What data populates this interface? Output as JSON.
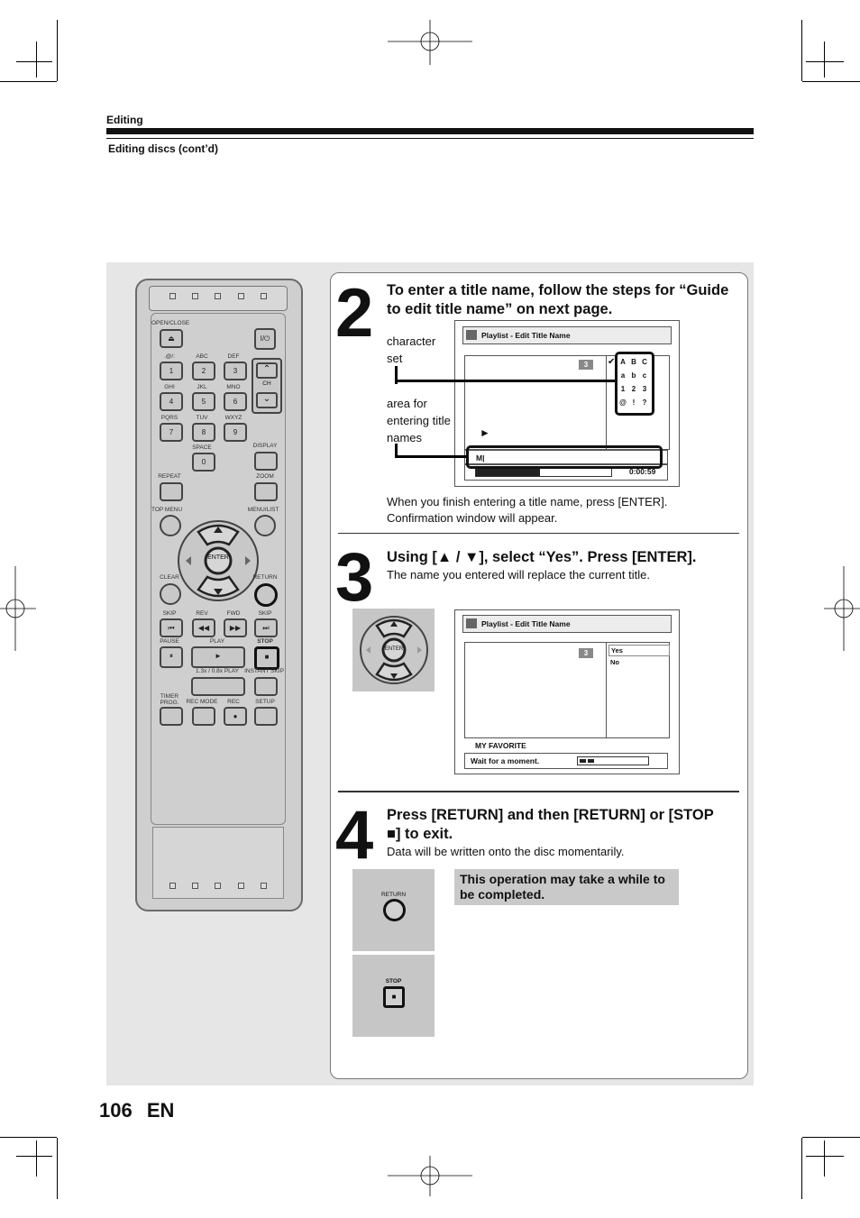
{
  "header": {
    "section": "Editing",
    "subsection": "Editing discs (cont’d)"
  },
  "remote": {
    "buttons": {
      "open_close": "OPEN/CLOSE",
      "power": "I/⏻",
      "k1_label": ".@/:",
      "k1": "1",
      "k2_label": "ABC",
      "k2": "2",
      "k3_label": "DEF",
      "k3": "3",
      "k4_label": "GHI",
      "k4": "4",
      "k5_label": "JKL",
      "k5": "5",
      "k6_label": "MNO",
      "k6": "6",
      "k7_label": "PQRS",
      "k7": "7",
      "k8_label": "TUV",
      "k8": "8",
      "k9_label": "WXYZ",
      "k9": "9",
      "k0_label": "SPACE",
      "k0": "0",
      "ch": "CH",
      "display": "DISPLAY",
      "repeat": "REPEAT",
      "zoom": "ZOOM",
      "top_menu": "TOP MENU",
      "menu_list": "MENU/LIST",
      "enter": "ENTER",
      "clear": "CLEAR",
      "return": "RETURN",
      "skip_back": "SKIP",
      "rev": "REV",
      "fwd": "FWD",
      "skip_fwd": "SKIP",
      "pause": "PAUSE",
      "play": "PLAY",
      "stop": "STOP",
      "slow": "1.3x / 0.8x PLAY",
      "instant_skip": "INSTANT SKIP",
      "timer_prog": "TIMER PROG.",
      "rec_mode": "REC MODE",
      "rec": "REC",
      "setup": "SETUP"
    }
  },
  "step2": {
    "number": "2",
    "title": "To enter a title name, follow the steps for “Guide to edit title name” on next page.",
    "label_charset": "character set",
    "label_area": "area for entering title names",
    "screen": {
      "title": "Playlist - Edit Title Name",
      "tag": "3",
      "chars": [
        "A",
        "B",
        "C",
        "a",
        "b",
        "c",
        "1",
        "2",
        "3",
        "@",
        "!",
        "?"
      ],
      "input_value": "M|",
      "time": "0:00:59"
    },
    "note": "When you finish entering a title name, press [ENTER]. Confirmation window will appear."
  },
  "step3": {
    "number": "3",
    "title": "Using [▲ / ▼], select “Yes”. Press [ENTER].",
    "subtitle": "The name you entered will replace the current title.",
    "screen": {
      "title": "Playlist - Edit Title Name",
      "tag": "3",
      "opt_yes": "Yes",
      "opt_no": "No",
      "name": "MY FAVORITE",
      "status": "Wait for a moment."
    },
    "enter_label": "ENTER"
  },
  "step4": {
    "number": "4",
    "title": "Press [RETURN] and then [RETURN] or [STOP ■] to exit.",
    "subtitle": "Data will be written onto the disc momentarily.",
    "return_label": "RETURN",
    "stop_label": "STOP",
    "note": "This operation may take a while to be completed."
  },
  "footer": {
    "page": "106",
    "lang": "EN"
  }
}
